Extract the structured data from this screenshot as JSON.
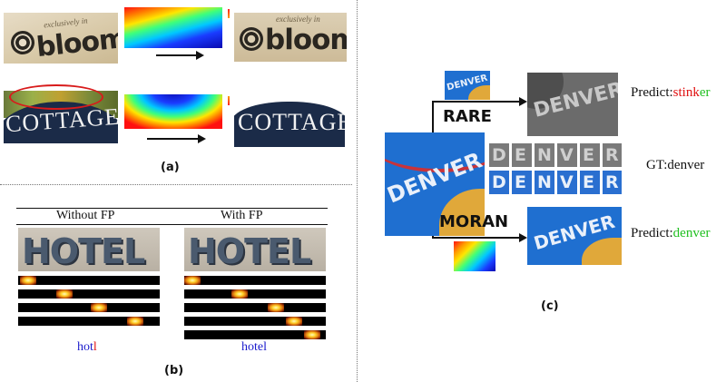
{
  "panel_labels": {
    "a": "(a)",
    "b": "(b)",
    "c": "(c)"
  },
  "panel_a": {
    "row1_word": "bloom",
    "row1_faint_text": "exclusively in",
    "row2_word": "COTTAGE",
    "row1_faint_text_right": "exclusively in"
  },
  "panel_b": {
    "col_left_title": "Without FP",
    "col_right_title": "With FP",
    "word_image": "HOTEL",
    "left_prediction": {
      "correct": "hot",
      "wrong": "l"
    },
    "right_prediction": "hotel",
    "colors": {
      "correct": "#1a1acc",
      "wrong": "#e01010"
    }
  },
  "panel_c": {
    "word_image": "DENVER",
    "rare_label": "RARE",
    "moran_label": "MORAN",
    "rare_predict_prefix": "Predict:",
    "rare_predict_wrong": "stink",
    "rare_predict_correct": "er",
    "gt_text": "GT:denver",
    "moran_predict_prefix": "Predict:",
    "moran_predict_value": "denver",
    "char_crops": [
      "D",
      "E",
      "N",
      "V",
      "E",
      "R"
    ],
    "colors": {
      "wrong": "#e01010",
      "correct": "#20c020"
    }
  }
}
